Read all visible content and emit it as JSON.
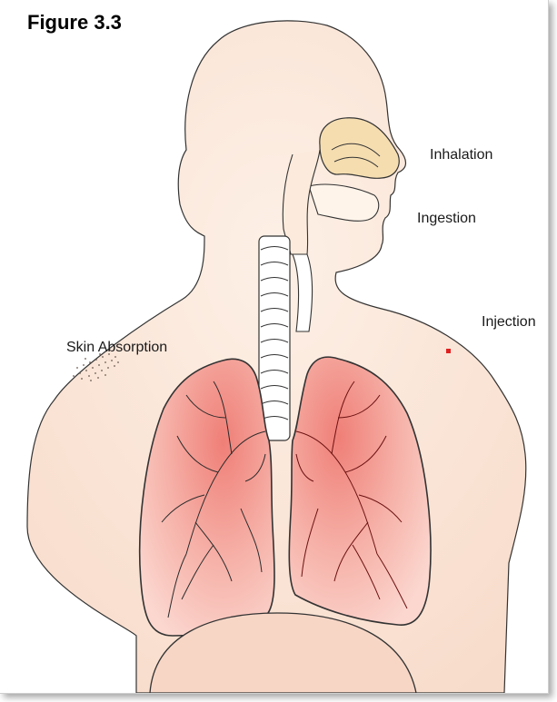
{
  "figure": {
    "title": "Figure 3.3"
  },
  "labels": {
    "inhalation": "Inhalation",
    "ingestion": "Ingestion",
    "injection": "Injection",
    "skin_absorption": "Skin Absorption"
  },
  "colors": {
    "skin": "#fbe9dd",
    "nasal_cavity": "#f5ddb0",
    "lung": "#f4a8a0",
    "lung_center": "#ef7f77",
    "injection_mark": "#e02020",
    "outline": "#333333"
  }
}
